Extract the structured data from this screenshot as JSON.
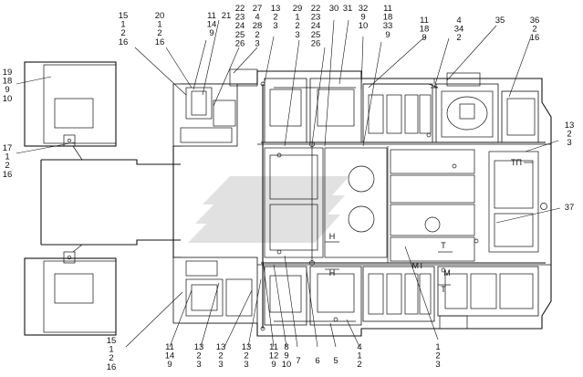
{
  "callouts": [
    {
      "id": "c1",
      "lines": [
        "15",
        "1",
        "2",
        "16"
      ]
    },
    {
      "id": "c2",
      "lines": [
        "20",
        "1",
        "2",
        "16"
      ]
    },
    {
      "id": "c3",
      "lines": [
        "11",
        "14",
        "9"
      ]
    },
    {
      "id": "c4",
      "lines": [
        "21"
      ]
    },
    {
      "id": "c5",
      "lines": [
        "22",
        "23",
        "24",
        "25",
        "26"
      ]
    },
    {
      "id": "c6",
      "lines": [
        "27",
        "4",
        "28",
        "2",
        "3"
      ]
    },
    {
      "id": "c7",
      "lines": [
        "13",
        "2",
        "3"
      ]
    },
    {
      "id": "c8",
      "lines": [
        "29",
        "1",
        "2",
        "3"
      ]
    },
    {
      "id": "c9",
      "lines": [
        "22",
        "23",
        "24",
        "25",
        "26"
      ]
    },
    {
      "id": "c10",
      "lines": [
        "30"
      ]
    },
    {
      "id": "c11",
      "lines": [
        "31"
      ]
    },
    {
      "id": "c12",
      "lines": [
        "32",
        "9",
        "10"
      ]
    },
    {
      "id": "c13",
      "lines": [
        "11",
        "18",
        "33",
        "9"
      ]
    },
    {
      "id": "c14",
      "lines": [
        "11",
        "18",
        "9"
      ]
    },
    {
      "id": "c15",
      "lines": [
        "4",
        "34",
        "2"
      ]
    },
    {
      "id": "c16",
      "lines": [
        "35"
      ]
    },
    {
      "id": "c17",
      "lines": [
        "36",
        "2",
        "16"
      ]
    },
    {
      "id": "c18",
      "lines": [
        "19",
        "18",
        "9",
        "10"
      ]
    },
    {
      "id": "c19",
      "lines": [
        "17",
        "1",
        "2",
        "16"
      ]
    },
    {
      "id": "c20",
      "lines": [
        "13",
        "2",
        "3"
      ]
    },
    {
      "id": "c21",
      "lines": [
        "37"
      ]
    },
    {
      "id": "c22",
      "lines": [
        "15",
        "1",
        "2",
        "16"
      ]
    },
    {
      "id": "c23",
      "lines": [
        "11",
        "14",
        "9"
      ]
    },
    {
      "id": "c24",
      "lines": [
        "13",
        "2",
        "3"
      ]
    },
    {
      "id": "c25",
      "lines": [
        "13",
        "2",
        "3"
      ]
    },
    {
      "id": "c26",
      "lines": [
        "13",
        "2",
        "3"
      ]
    },
    {
      "id": "c27",
      "lines": [
        "11",
        "12",
        "9"
      ]
    },
    {
      "id": "c28",
      "lines": [
        "8",
        "9",
        "10"
      ]
    },
    {
      "id": "c29",
      "lines": [
        "7"
      ]
    },
    {
      "id": "c30",
      "lines": [
        "6"
      ]
    },
    {
      "id": "c31",
      "lines": [
        "5"
      ]
    },
    {
      "id": "c32",
      "lines": [
        "4",
        "1",
        "2"
      ]
    },
    {
      "id": "c33",
      "lines": [
        "1",
        "2",
        "3"
      ]
    }
  ],
  "markers": {
    "tp": "ТП",
    "h_upper": "Н",
    "h_lower": "Н",
    "t_right": "Т",
    "mt": "МТ",
    "m": "М",
    "t_lower": "Т"
  }
}
